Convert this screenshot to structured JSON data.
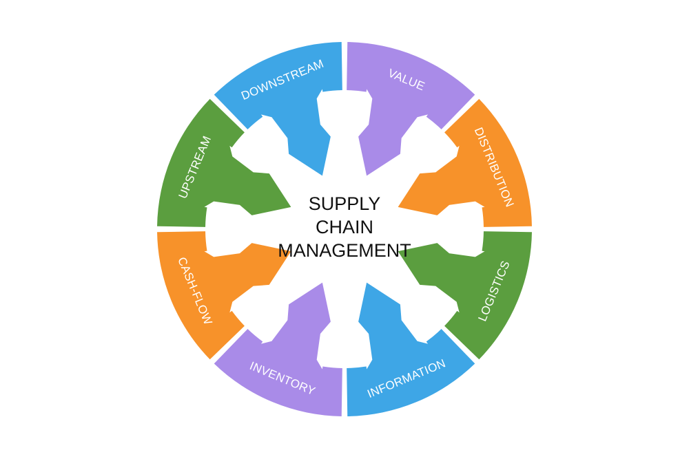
{
  "title_lines": [
    "SUPPLY",
    "CHAIN",
    "MANAGEMENT"
  ],
  "segments": [
    {
      "label": "VALUE",
      "color": "#a98be8"
    },
    {
      "label": "DISTRIBUTION",
      "color": "#f7922a"
    },
    {
      "label": "LOGISTICS",
      "color": "#5b9e3f"
    },
    {
      "label": "INFORMATION",
      "color": "#3ea6e6"
    },
    {
      "label": "INVENTORY",
      "color": "#a98be8"
    },
    {
      "label": "CASH-FLOW",
      "color": "#f7922a"
    },
    {
      "label": "UPSTREAM",
      "color": "#5b9e3f"
    },
    {
      "label": "DOWNSTREAM",
      "color": "#3ea6e6"
    }
  ]
}
